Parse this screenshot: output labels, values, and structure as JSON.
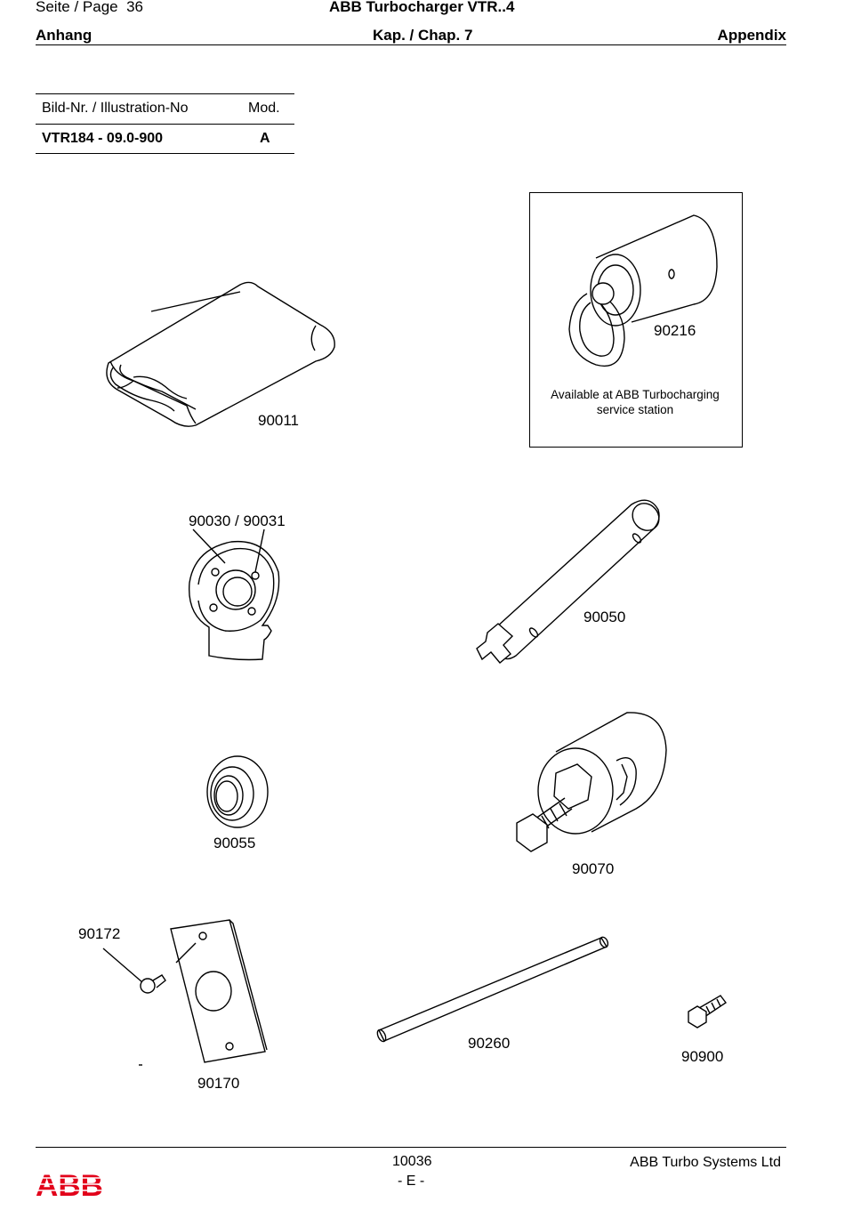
{
  "header": {
    "page_label": "Seite / Page",
    "page_number": "36",
    "doc_title": "ABB Turbocharger VTR..4",
    "section_left": "Anhang",
    "section_center": "Kap. / Chap. 7",
    "section_right": "Appendix"
  },
  "illustration_table": {
    "col_illustration": "Bild-Nr. / Illustration-No",
    "col_mod": "Mod.",
    "illustration_no": "VTR184 - 09.0-900",
    "mod": "A"
  },
  "parts": {
    "p90011": "90011",
    "p90216": "90216",
    "p90216_note_line1": "Available at ABB Turbocharging",
    "p90216_note_line2": "service station",
    "p90030": "90030 / 90031",
    "p90050": "90050",
    "p90055": "90055",
    "p90070": "90070",
    "p90172": "90172",
    "p90170": "90170",
    "p90260": "90260",
    "p90900": "90900"
  },
  "footer": {
    "doc_number": "10036",
    "language_code": "- E -",
    "company": "ABB Turbo Systems Ltd",
    "logo_text": "ABB"
  },
  "colors": {
    "logo_red": "#e2001a",
    "line": "#000000"
  }
}
